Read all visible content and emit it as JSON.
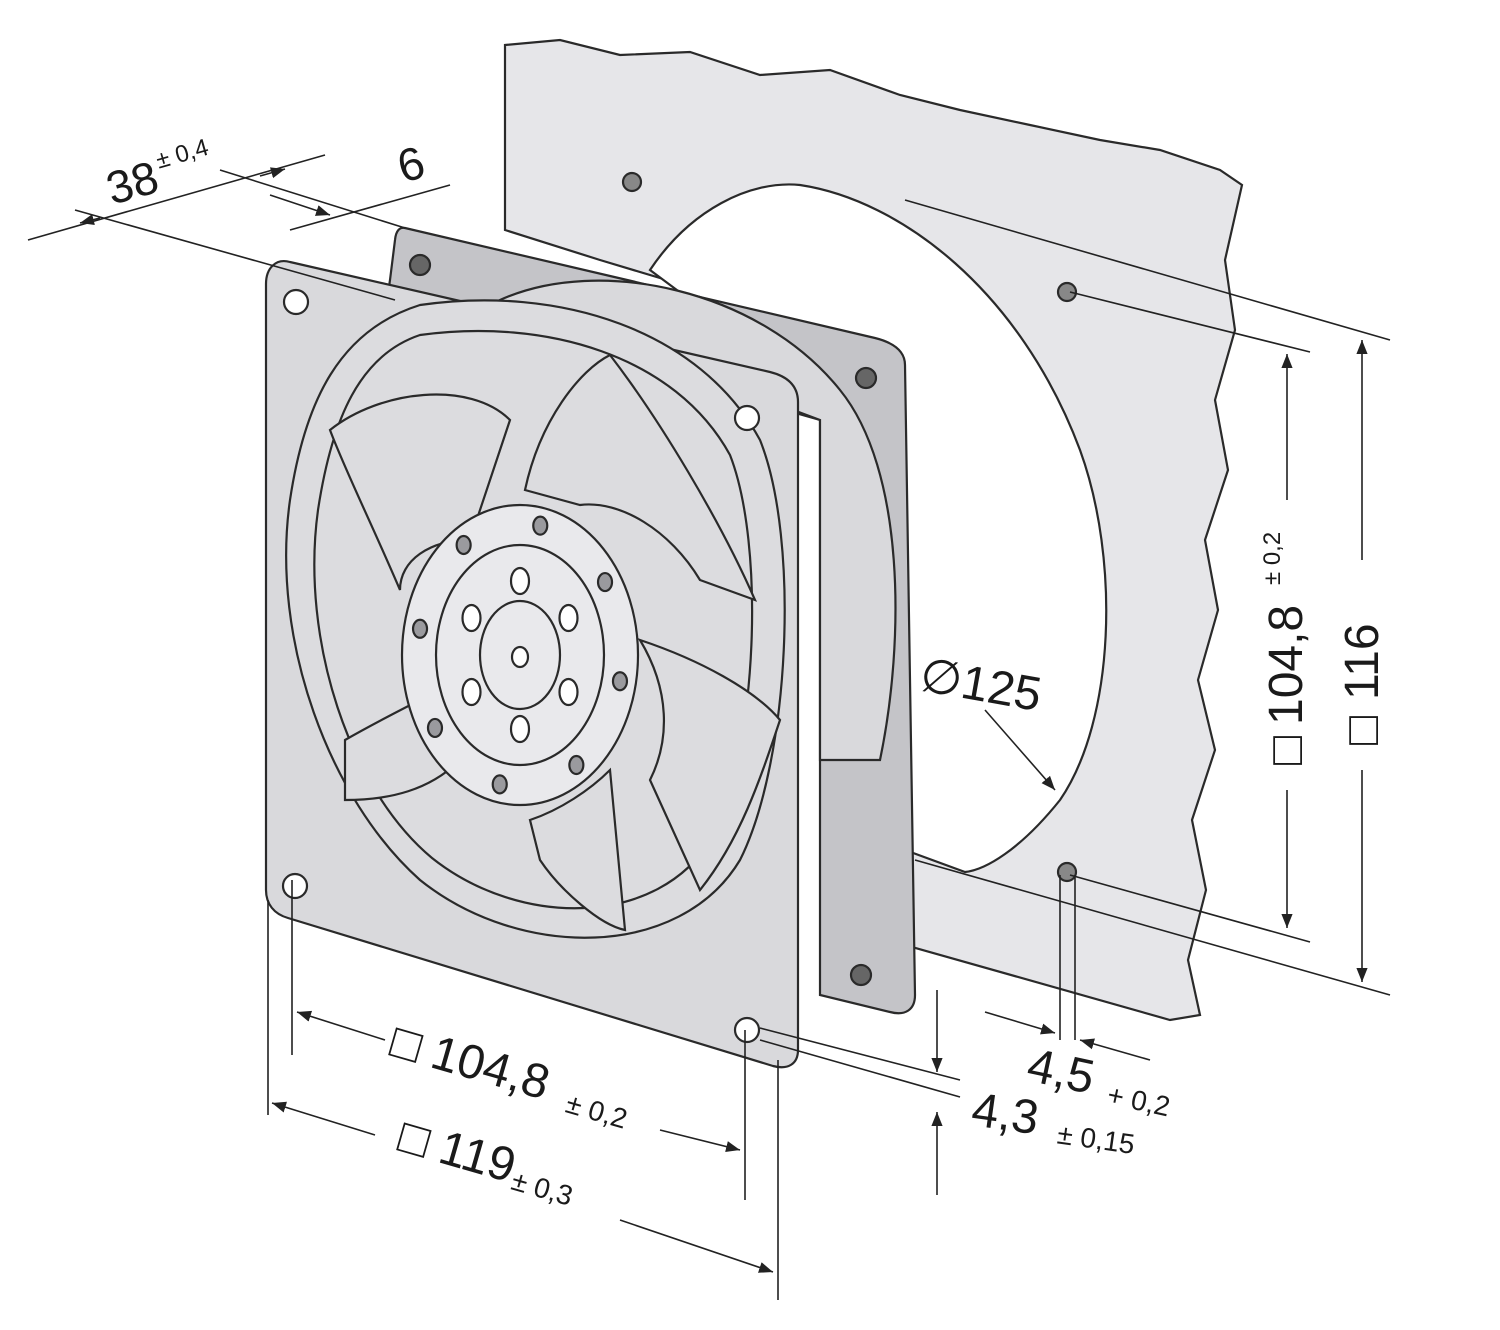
{
  "colors": {
    "panel": "#e6e6e9",
    "frame": "#d9d9dc",
    "frame_dark": "#c4c4c8",
    "blade": "#dcdcdf",
    "hub": "#e9e9ec",
    "line": "#222222"
  },
  "dimensions": {
    "depth": {
      "value": "38",
      "tol": "± 0,4"
    },
    "flange": {
      "value": "6"
    },
    "bore": {
      "value": "∅125"
    },
    "hole_pitch_v": {
      "prefix": "□",
      "value": "104,8",
      "tol": "± 0,2"
    },
    "size_v": {
      "prefix": "□",
      "value": "116"
    },
    "hole_pitch_h": {
      "prefix": "□",
      "value": "104,8",
      "tol": "± 0,2"
    },
    "size_h": {
      "prefix": "□",
      "value": "119",
      "tol": "± 0,3"
    },
    "mount_hole": {
      "value": "4,5",
      "tol": "+ 0,2"
    },
    "fan_hole": {
      "value": "4,3",
      "tol": "± 0,15"
    }
  }
}
